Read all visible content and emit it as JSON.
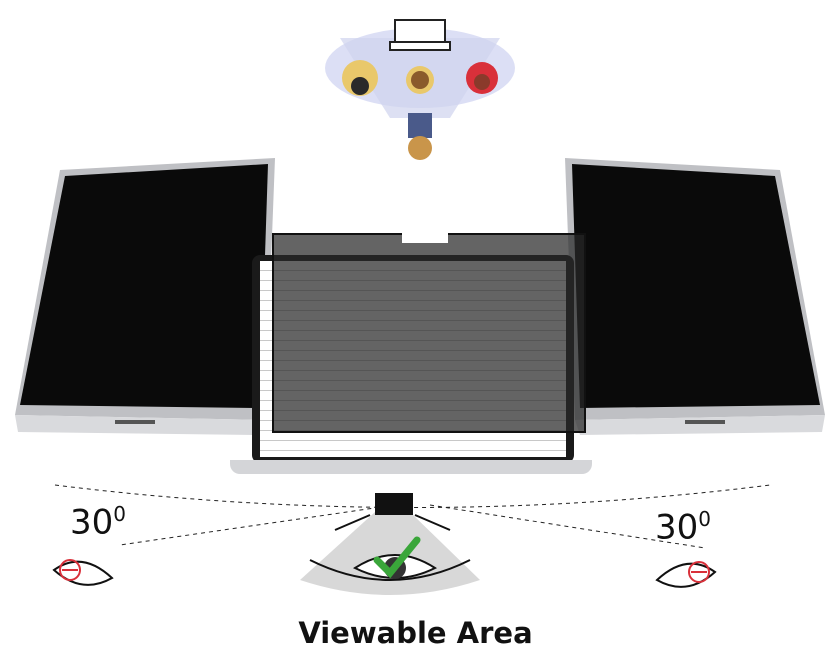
{
  "left_angle": {
    "value": "30",
    "unit": "0"
  },
  "right_angle": {
    "value": "30",
    "unit": "0"
  },
  "caption": "Viewable Area",
  "colors": {
    "screen_black": "#0a0a0a",
    "filter_tint": "#2a2a2a",
    "check_green": "#3aa63a",
    "eye_block_red": "#d9303a",
    "laptop_silver": "#c8c9cc"
  },
  "icons": [
    "top-view-people-illustration",
    "checkmark-icon",
    "eye-icon",
    "blocked-eye-icon",
    "camera-icon"
  ]
}
